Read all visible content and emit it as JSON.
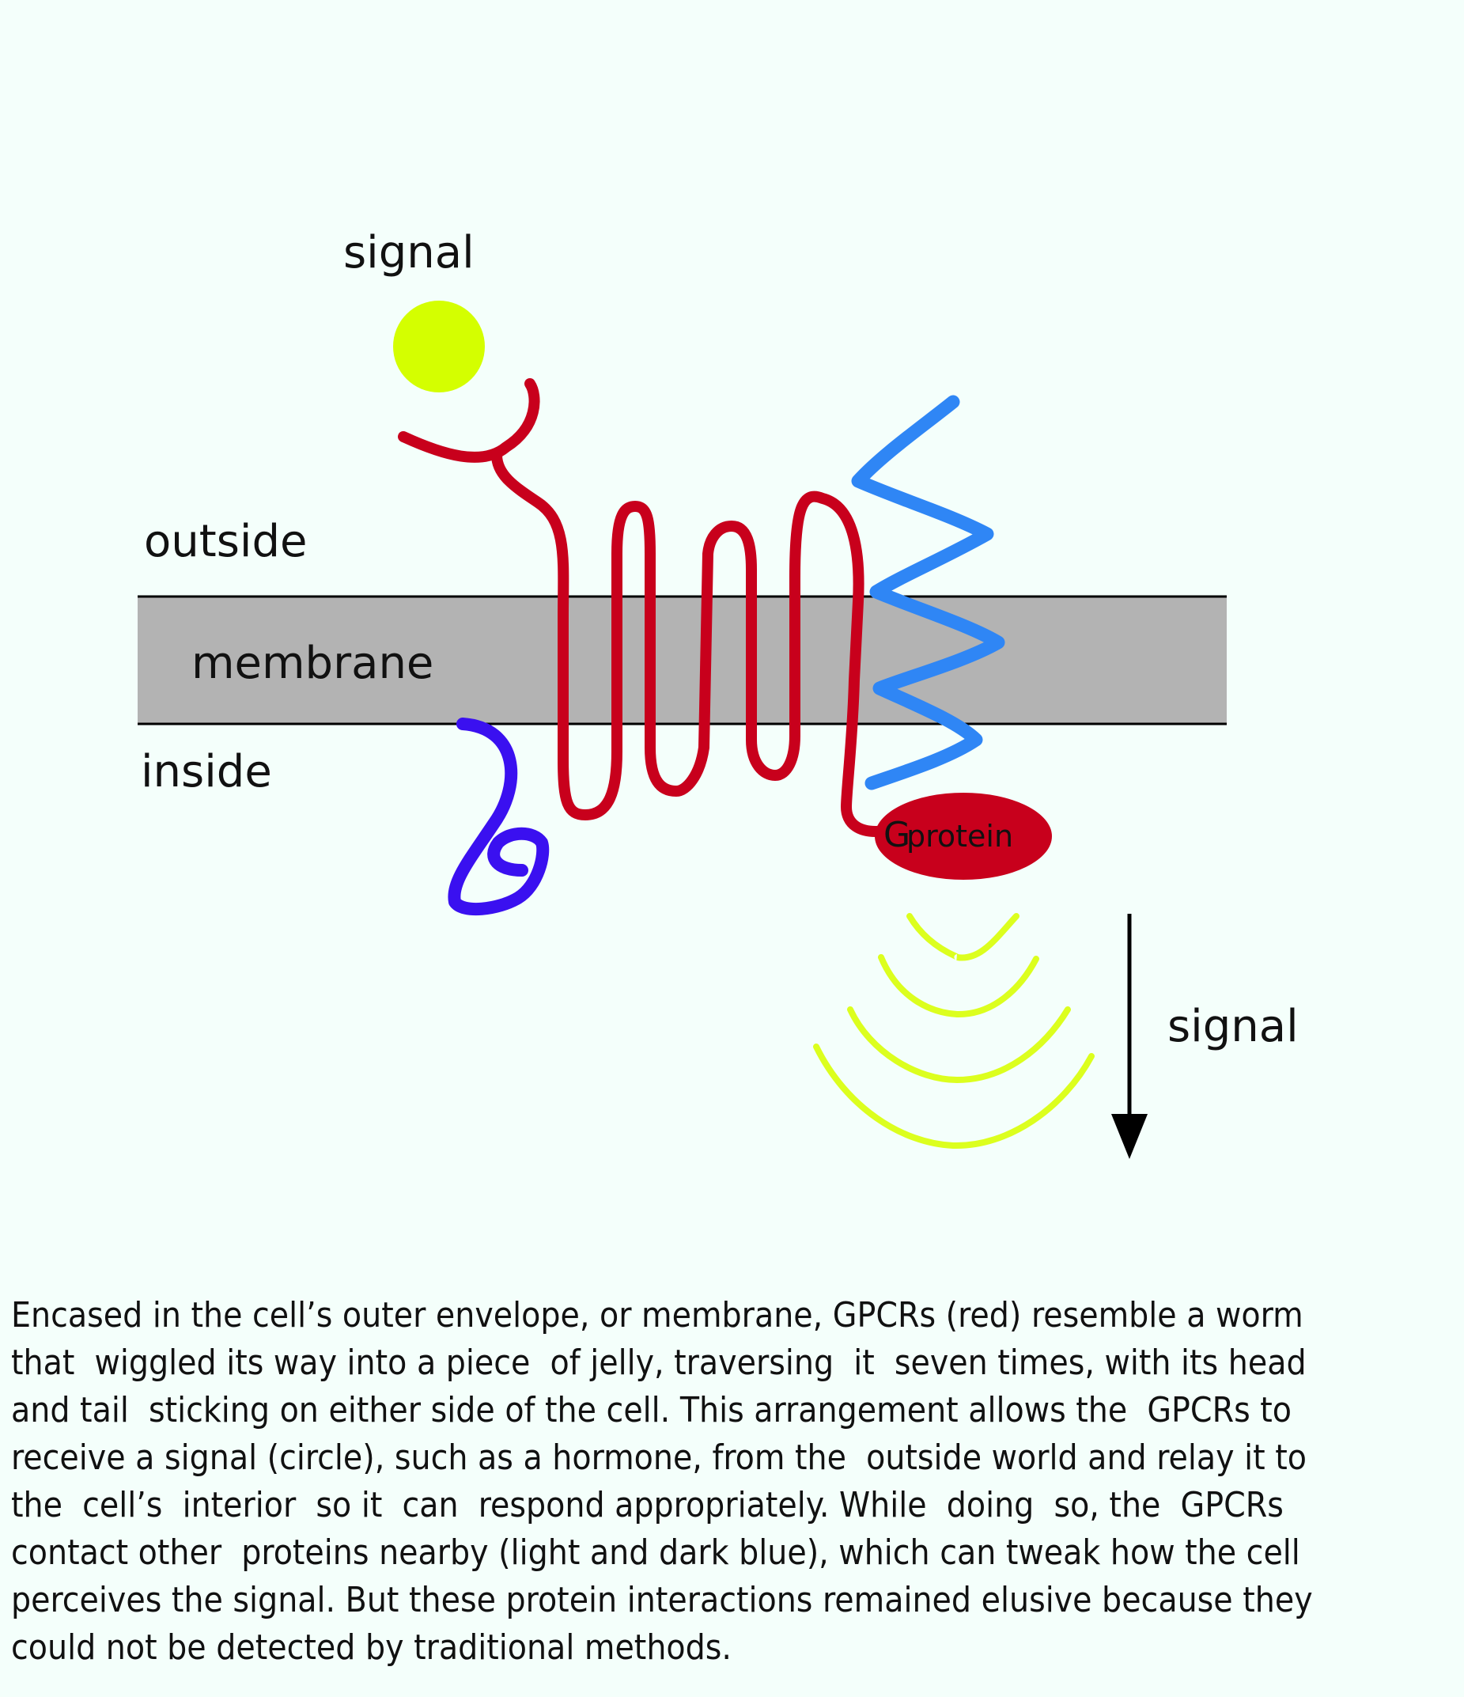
{
  "diagram": {
    "labels": {
      "signal_top": "signal",
      "outside": "outside",
      "membrane": "membrane",
      "inside": "inside",
      "g_protein_g": "G",
      "g_protein_rest": "protein",
      "signal_bottom": "signal"
    },
    "colors": {
      "background": "#f4fffb",
      "membrane": "#b3b3b3",
      "gpcr": "#c8001c",
      "light_blue_protein": "#2f86f5",
      "dark_blue_protein": "#3a10f0",
      "signal": "#d4ff00",
      "signal_waves": "#dcff1e",
      "arrow": "#000000"
    }
  },
  "caption": {
    "lines": [
      "Encased in the cell’s outer envelope, or membrane, GPCRs (red) resemble a worm",
      "that  wiggled its way into a piece  of jelly, traversing  it  seven times, with its head",
      "and tail  sticking on either side of the cell. This arrangement allows the  GPCRs to",
      "receive a signal (circle), such as a hormone, from the  outside world and relay it to",
      "the  cell’s  interior  so it  can  respond appropriately. While  doing  so, the  GPCRs",
      "contact other  proteins nearby (light and dark blue), which can tweak how the cell",
      "perceives the signal. But these protein interactions remained elusive because they",
      "could not be detected by traditional methods."
    ]
  }
}
